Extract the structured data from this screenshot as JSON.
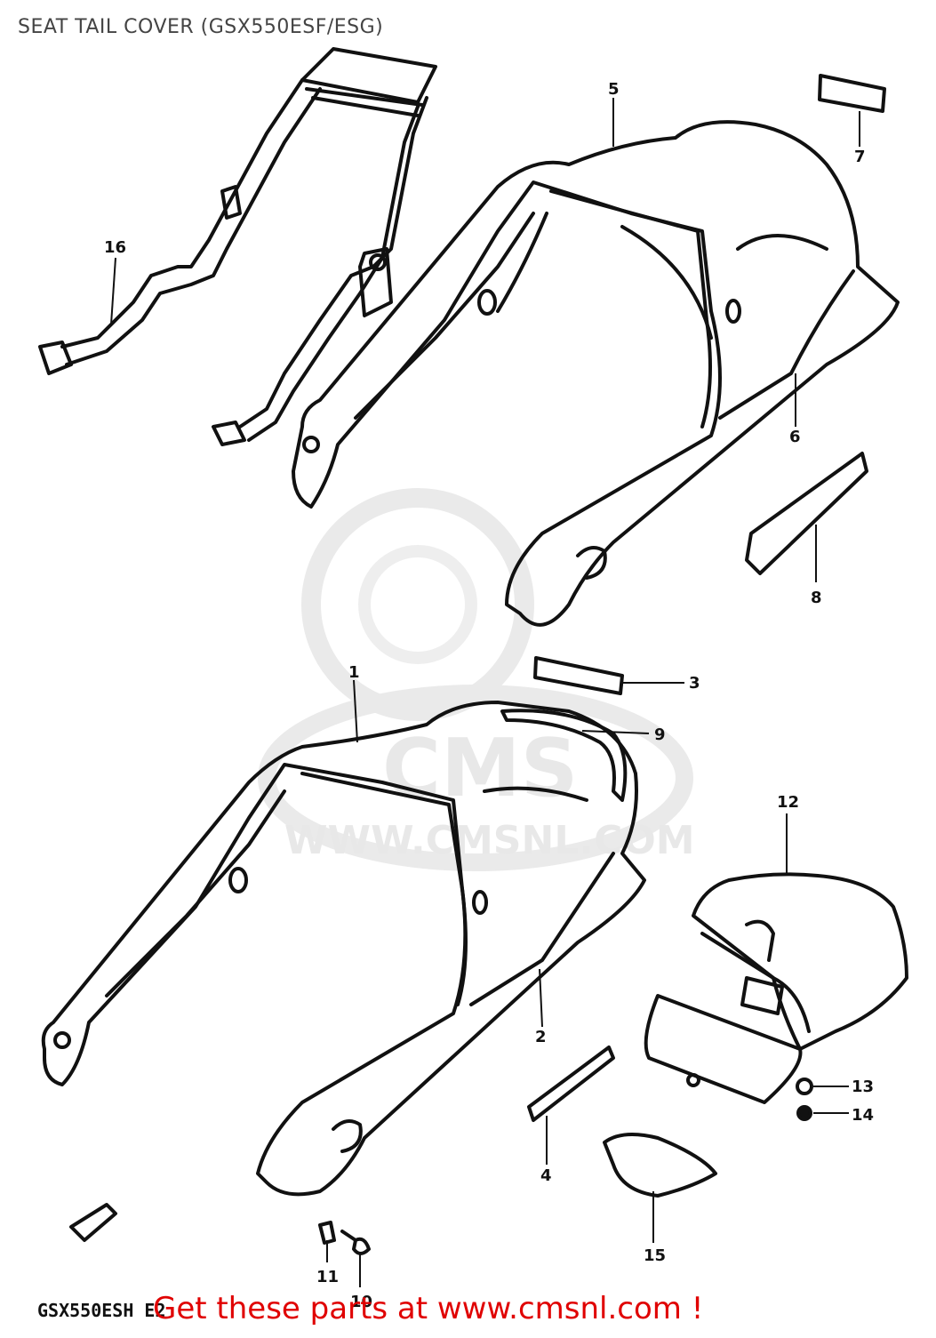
{
  "diagram": {
    "title": "SEAT TAIL COVER (GSX550ESF/ESG)",
    "model_code": "GSX550ESH E2",
    "promo": "Get these parts at www.cmsnl.com !",
    "watermark": {
      "logo": "CMS",
      "url": "WWW.CMSNL.COM"
    },
    "colors": {
      "line": "#111111",
      "promo": "#e00000",
      "watermark": "#e6e6e6"
    },
    "callouts": [
      {
        "id": "1",
        "label": "1"
      },
      {
        "id": "2",
        "label": "2"
      },
      {
        "id": "3",
        "label": "3"
      },
      {
        "id": "4",
        "label": "4"
      },
      {
        "id": "5",
        "label": "5"
      },
      {
        "id": "6",
        "label": "6"
      },
      {
        "id": "7",
        "label": "7"
      },
      {
        "id": "8",
        "label": "8"
      },
      {
        "id": "9",
        "label": "9"
      },
      {
        "id": "10",
        "label": "10"
      },
      {
        "id": "11",
        "label": "11"
      },
      {
        "id": "12",
        "label": "12"
      },
      {
        "id": "13",
        "label": "13"
      },
      {
        "id": "14",
        "label": "14"
      },
      {
        "id": "15",
        "label": "15"
      },
      {
        "id": "16",
        "label": "16"
      }
    ]
  }
}
